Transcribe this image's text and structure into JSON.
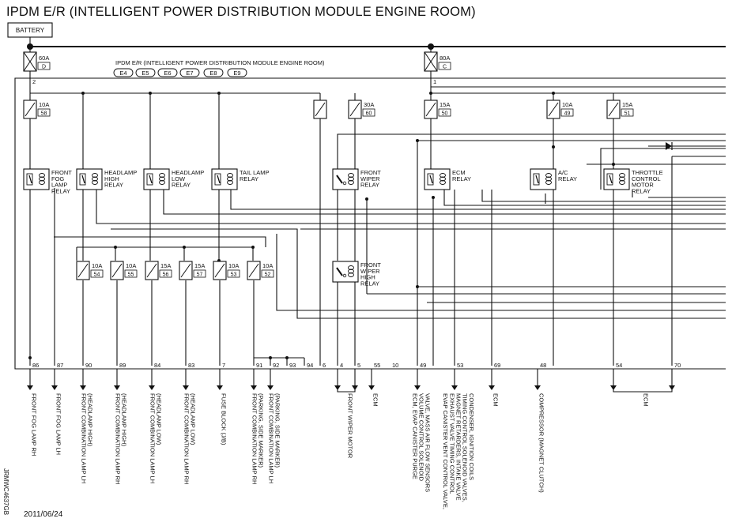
{
  "title": "IPDM E/R (INTELLIGENT POWER DISTRIBUTION MODULE ENGINE ROOM)",
  "battery_label": "BATTERY",
  "module_label": "IPDM E/R (INTELLIGENT POWER DISTRIBUTION MODULE ENGINE ROOM)",
  "connectors": [
    "E4",
    "E5",
    "E6",
    "E7",
    "E8",
    "E9"
  ],
  "main_fuses": [
    {
      "amp": "60A",
      "id": "D",
      "terminal": "2"
    },
    {
      "amp": "80A",
      "id": "C",
      "terminal": "1"
    }
  ],
  "top_fuses": [
    {
      "amp": "10A",
      "id": "58"
    },
    {
      "amp": "",
      "id": ""
    },
    {
      "amp": "30A",
      "id": "60"
    },
    {
      "amp": "15A",
      "id": "50"
    },
    {
      "amp": "10A",
      "id": "49"
    },
    {
      "amp": "15A",
      "id": "51"
    }
  ],
  "relays": [
    {
      "lines": [
        "FRONT",
        "FOG",
        "LAMP",
        "RELAY"
      ]
    },
    {
      "lines": [
        "HEADLAMP",
        "HIGH",
        "RELAY"
      ]
    },
    {
      "lines": [
        "HEADLAMP",
        "LOW",
        "RELAY"
      ]
    },
    {
      "lines": [
        "TAIL LAMP",
        "RELAY"
      ]
    },
    {
      "lines": [
        "FRONT",
        "WIPER",
        "RELAY"
      ]
    },
    {
      "lines": [
        "ECM",
        "RELAY"
      ]
    },
    {
      "lines": [
        "A/C",
        "RELAY"
      ]
    },
    {
      "lines": [
        "THROTTLE",
        "CONTROL",
        "MOTOR",
        "RELAY"
      ]
    },
    {
      "lines": [
        "FRONT",
        "WIPER",
        "HIGH",
        "RELAY"
      ]
    }
  ],
  "mid_fuses": [
    {
      "amp": "10A",
      "id": "54"
    },
    {
      "amp": "10A",
      "id": "55"
    },
    {
      "amp": "15A",
      "id": "56"
    },
    {
      "amp": "15A",
      "id": "57"
    },
    {
      "amp": "10A",
      "id": "53"
    },
    {
      "amp": "10A",
      "id": "52"
    }
  ],
  "terminals": [
    "86",
    "87",
    "90",
    "89",
    "84",
    "83",
    "7",
    "91",
    "92",
    "93",
    "94",
    "6",
    "4",
    "5",
    "55",
    "10",
    "49",
    "53",
    "69",
    "48",
    "54",
    "70"
  ],
  "destinations": [
    {
      "lines": [
        "FRONT FOG LAMP RH"
      ]
    },
    {
      "lines": [
        "FRONT FOG LAMP LH"
      ]
    },
    {
      "lines": [
        "FRONT COMBINATION LAMP LH",
        "(HEADLAMP HIGH)"
      ]
    },
    {
      "lines": [
        "FRONT COMBINATION LAMP RH",
        "(HEADLAMP HIGH)"
      ]
    },
    {
      "lines": [
        "FRONT COMBINATION LAMP LH",
        "(HEADLAMP LOW)"
      ]
    },
    {
      "lines": [
        "FRONT COMBINATION LAMP RH",
        "(HEADLAMP LOW)"
      ]
    },
    {
      "lines": [
        "FUSE BLOCK (J/B)"
      ]
    },
    {
      "lines": [
        "FRONT COMBINATION LAMP RH",
        "(PARKING, SIDE MARKER)"
      ]
    },
    {
      "lines": [
        "FRONT COMBINATION LAMP LH",
        "(PARKING, SIDE MARKER)"
      ]
    },
    {
      "lines": [
        "FRONT WIPER MOTOR"
      ]
    },
    {
      "lines": [
        "ECM"
      ]
    },
    {
      "lines": [
        "ECM, EVAP CANISTER PURGE",
        "VOLUME CONTROL SOLENOID",
        "VALVE, MASS AIR FLOW SENSORS"
      ]
    },
    {
      "lines": [
        "EVAP CANISTER VENT CONTROL VALVE,",
        "EXHAUST VALVE TIMING CONTROL",
        "MAGNET RETARDERS, INTAKE VALVE",
        "TIMING CONTROL SOLENOID VALVES,",
        "CONDENSER, IGNITION COILS"
      ]
    },
    {
      "lines": [
        "ECM"
      ]
    },
    {
      "lines": [
        "COMPRESSOR (MAGNET CLUTCH)"
      ]
    },
    {
      "lines": [
        "ECM"
      ]
    }
  ],
  "date": "2011/06/24",
  "code": "JRMWC4637GB"
}
